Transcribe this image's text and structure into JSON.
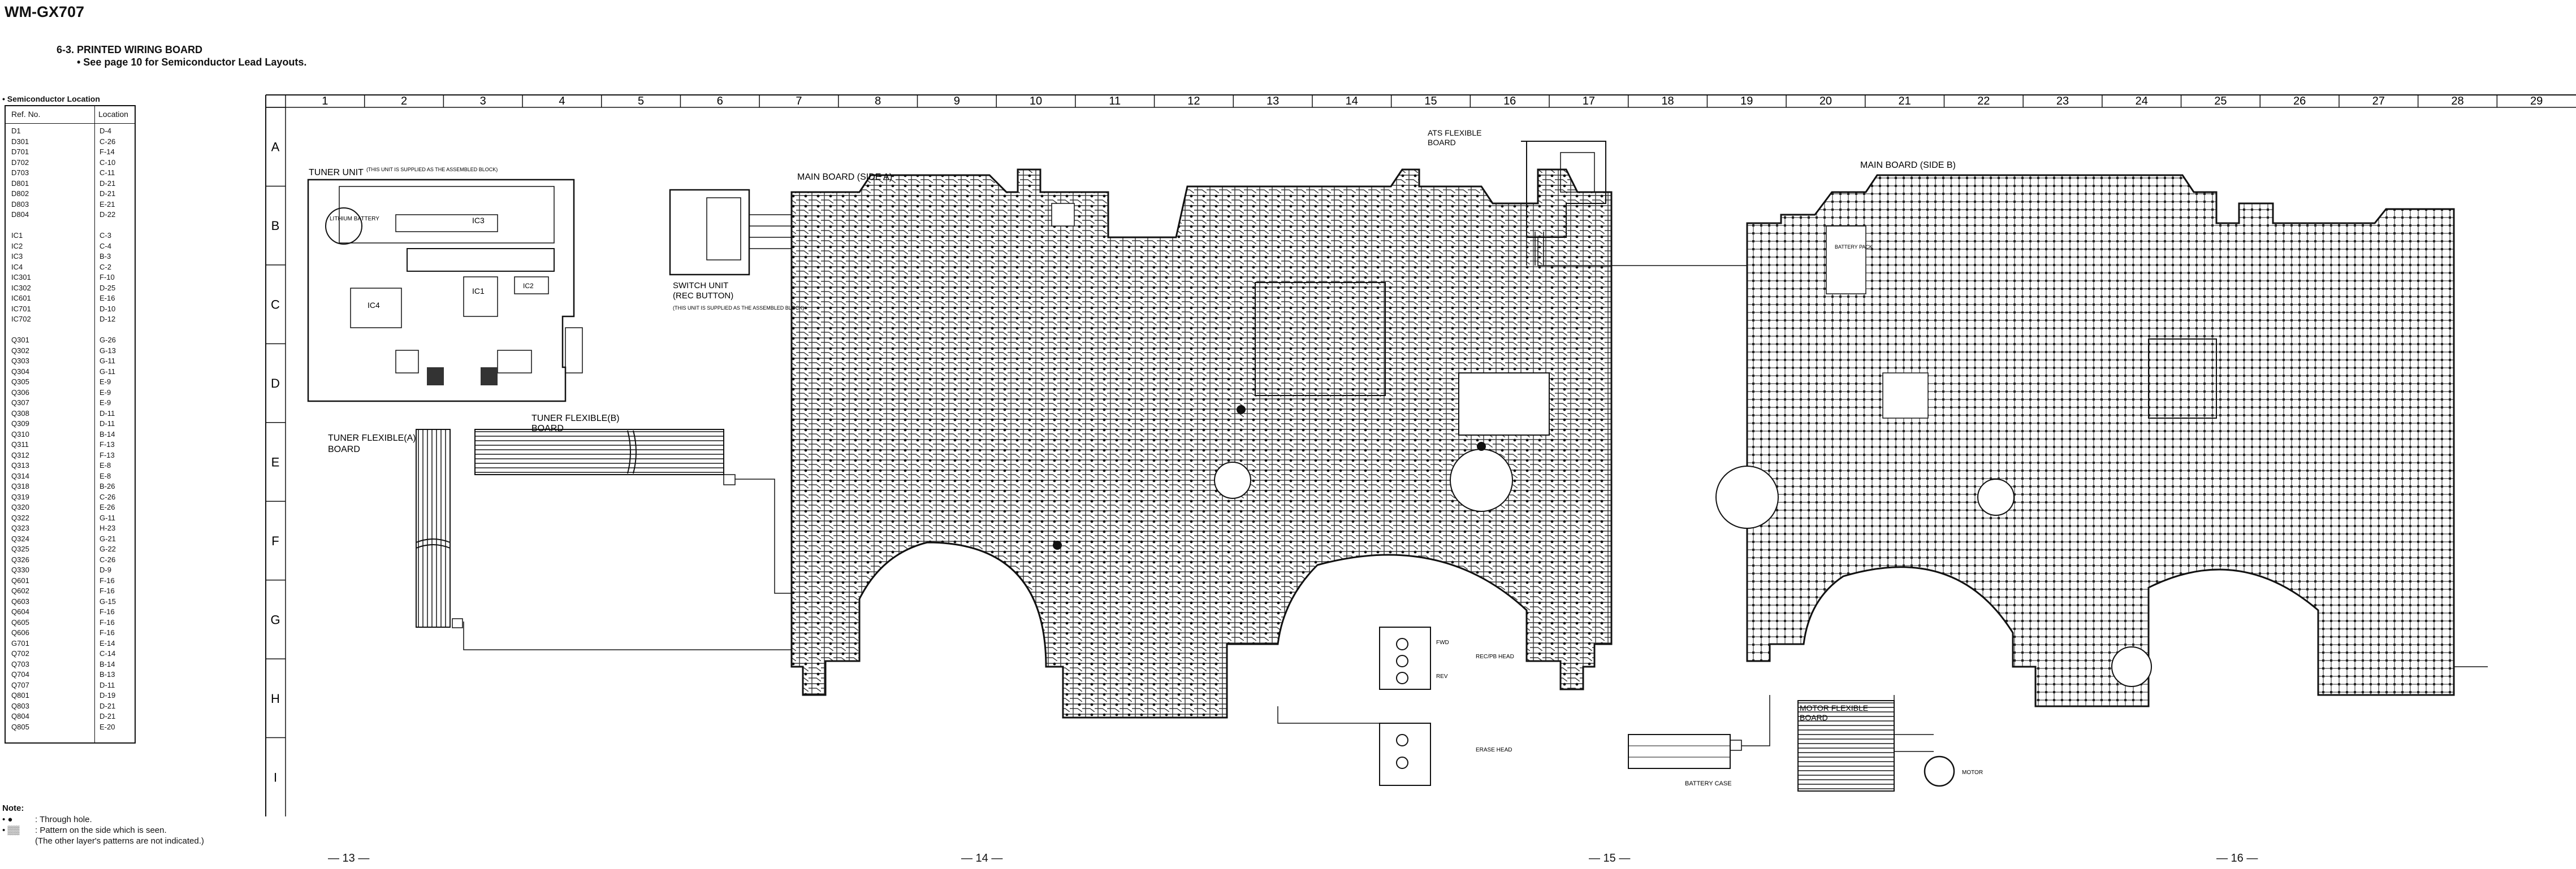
{
  "model": "WM-GX707",
  "section": {
    "title": "6-3.   PRINTED WIRING BOARD",
    "subtitle": "• See page 10 for Semiconductor Lead Layouts."
  },
  "semiconductor_location": {
    "title": "• Semiconductor Location",
    "headers": {
      "ref": "Ref. No.",
      "loc": "Location"
    },
    "rows": [
      [
        "D1",
        "D-4"
      ],
      [
        "D301",
        "C-26"
      ],
      [
        "D701",
        "F-14"
      ],
      [
        "D702",
        "C-10"
      ],
      [
        "D703",
        "C-11"
      ],
      [
        "D801",
        "D-21"
      ],
      [
        "D802",
        "D-21"
      ],
      [
        "D803",
        "E-21"
      ],
      [
        "D804",
        "D-22"
      ],
      [
        "",
        ""
      ],
      [
        "IC1",
        "C-3"
      ],
      [
        "IC2",
        "C-4"
      ],
      [
        "IC3",
        "B-3"
      ],
      [
        "IC4",
        "C-2"
      ],
      [
        "IC301",
        "F-10"
      ],
      [
        "IC302",
        "D-25"
      ],
      [
        "IC601",
        "E-16"
      ],
      [
        "IC701",
        "D-10"
      ],
      [
        "IC702",
        "D-12"
      ],
      [
        "",
        ""
      ],
      [
        "Q301",
        "G-26"
      ],
      [
        "Q302",
        "G-13"
      ],
      [
        "Q303",
        "G-11"
      ],
      [
        "Q304",
        "G-11"
      ],
      [
        "Q305",
        "E-9"
      ],
      [
        "Q306",
        "E-9"
      ],
      [
        "Q307",
        "E-9"
      ],
      [
        "Q308",
        "D-11"
      ],
      [
        "Q309",
        "D-11"
      ],
      [
        "Q310",
        "B-14"
      ],
      [
        "Q311",
        "F-13"
      ],
      [
        "Q312",
        "F-13"
      ],
      [
        "Q313",
        "E-8"
      ],
      [
        "Q314",
        "E-8"
      ],
      [
        "Q318",
        "B-26"
      ],
      [
        "Q319",
        "C-26"
      ],
      [
        "Q320",
        "E-26"
      ],
      [
        "Q322",
        "G-11"
      ],
      [
        "Q323",
        "H-23"
      ],
      [
        "Q324",
        "G-21"
      ],
      [
        "Q325",
        "G-22"
      ],
      [
        "Q326",
        "C-26"
      ],
      [
        "Q330",
        "D-9"
      ],
      [
        "Q601",
        "F-16"
      ],
      [
        "Q602",
        "F-16"
      ],
      [
        "Q603",
        "G-15"
      ],
      [
        "Q604",
        "F-16"
      ],
      [
        "Q605",
        "F-16"
      ],
      [
        "Q606",
        "F-16"
      ],
      [
        "G701",
        "E-14"
      ],
      [
        "Q702",
        "C-14"
      ],
      [
        "Q703",
        "B-14"
      ],
      [
        "Q704",
        "B-13"
      ],
      [
        "Q707",
        "D-11"
      ],
      [
        "Q801",
        "D-19"
      ],
      [
        "Q803",
        "D-21"
      ],
      [
        "Q804",
        "D-21"
      ],
      [
        "Q805",
        "E-20"
      ]
    ]
  },
  "grid": {
    "columns": [
      "1",
      "2",
      "3",
      "4",
      "5",
      "6",
      "7",
      "8",
      "9",
      "10",
      "11",
      "12",
      "13",
      "14",
      "15",
      "16",
      "17",
      "18",
      "19",
      "20",
      "21",
      "22",
      "23",
      "24",
      "25",
      "26",
      "27",
      "28",
      "29"
    ],
    "rows": [
      "A",
      "B",
      "C",
      "D",
      "E",
      "F",
      "G",
      "H",
      "I"
    ]
  },
  "labels": {
    "tuner_unit": "TUNER UNIT",
    "tuner_note": "(THIS UNIT IS SUPPLIED AS THE ASSEMBLED BLOCK)",
    "lithium_battery": "LITHIUM BATTERY",
    "switch_unit": "SWITCH UNIT",
    "switch_unit_2": "(REC BUTTON)",
    "switch_note": "(THIS UNIT IS SUPPLIED AS THE ASSEMBLED BLOCK)",
    "tuner_flex_a": "TUNER FLEXIBLE(A)",
    "tuner_flex_a2": "BOARD",
    "tuner_flex_b": "TUNER FLEXIBLE(B)",
    "tuner_flex_b2": "BOARD",
    "ats_flex": "ATS FLEXIBLE",
    "ats_flex2": "BOARD",
    "main_side_a": "MAIN BOARD (SIDE A)",
    "main_side_b": "MAIN BOARD (SIDE B)",
    "motor_flex": "MOTOR FLEXIBLE",
    "motor_flex2": "BOARD",
    "rec_pb_head": "REC/PB HEAD",
    "erase_head": "ERASE HEAD",
    "battery_pack": "BATTERY PACK",
    "battery_case": "BATTERY CASE",
    "motor": "MOTOR",
    "fwd": "FWD",
    "rev": "REV",
    "ic1": "IC1",
    "ic2": "IC2",
    "ic3": "IC3",
    "ic4": "IC4"
  },
  "notes": {
    "title": "Note:",
    "items": [
      {
        "symbol": "•  ●",
        "text": ": Through hole."
      },
      {
        "symbol": "•  ▒▒",
        "text": ": Pattern on the side which is seen."
      },
      {
        "symbol": "",
        "text": "(The other layer's patterns are not indicated.)"
      }
    ]
  },
  "page_numbers": [
    "— 13 —",
    "— 14 —",
    "— 15 —",
    "— 16 —"
  ]
}
